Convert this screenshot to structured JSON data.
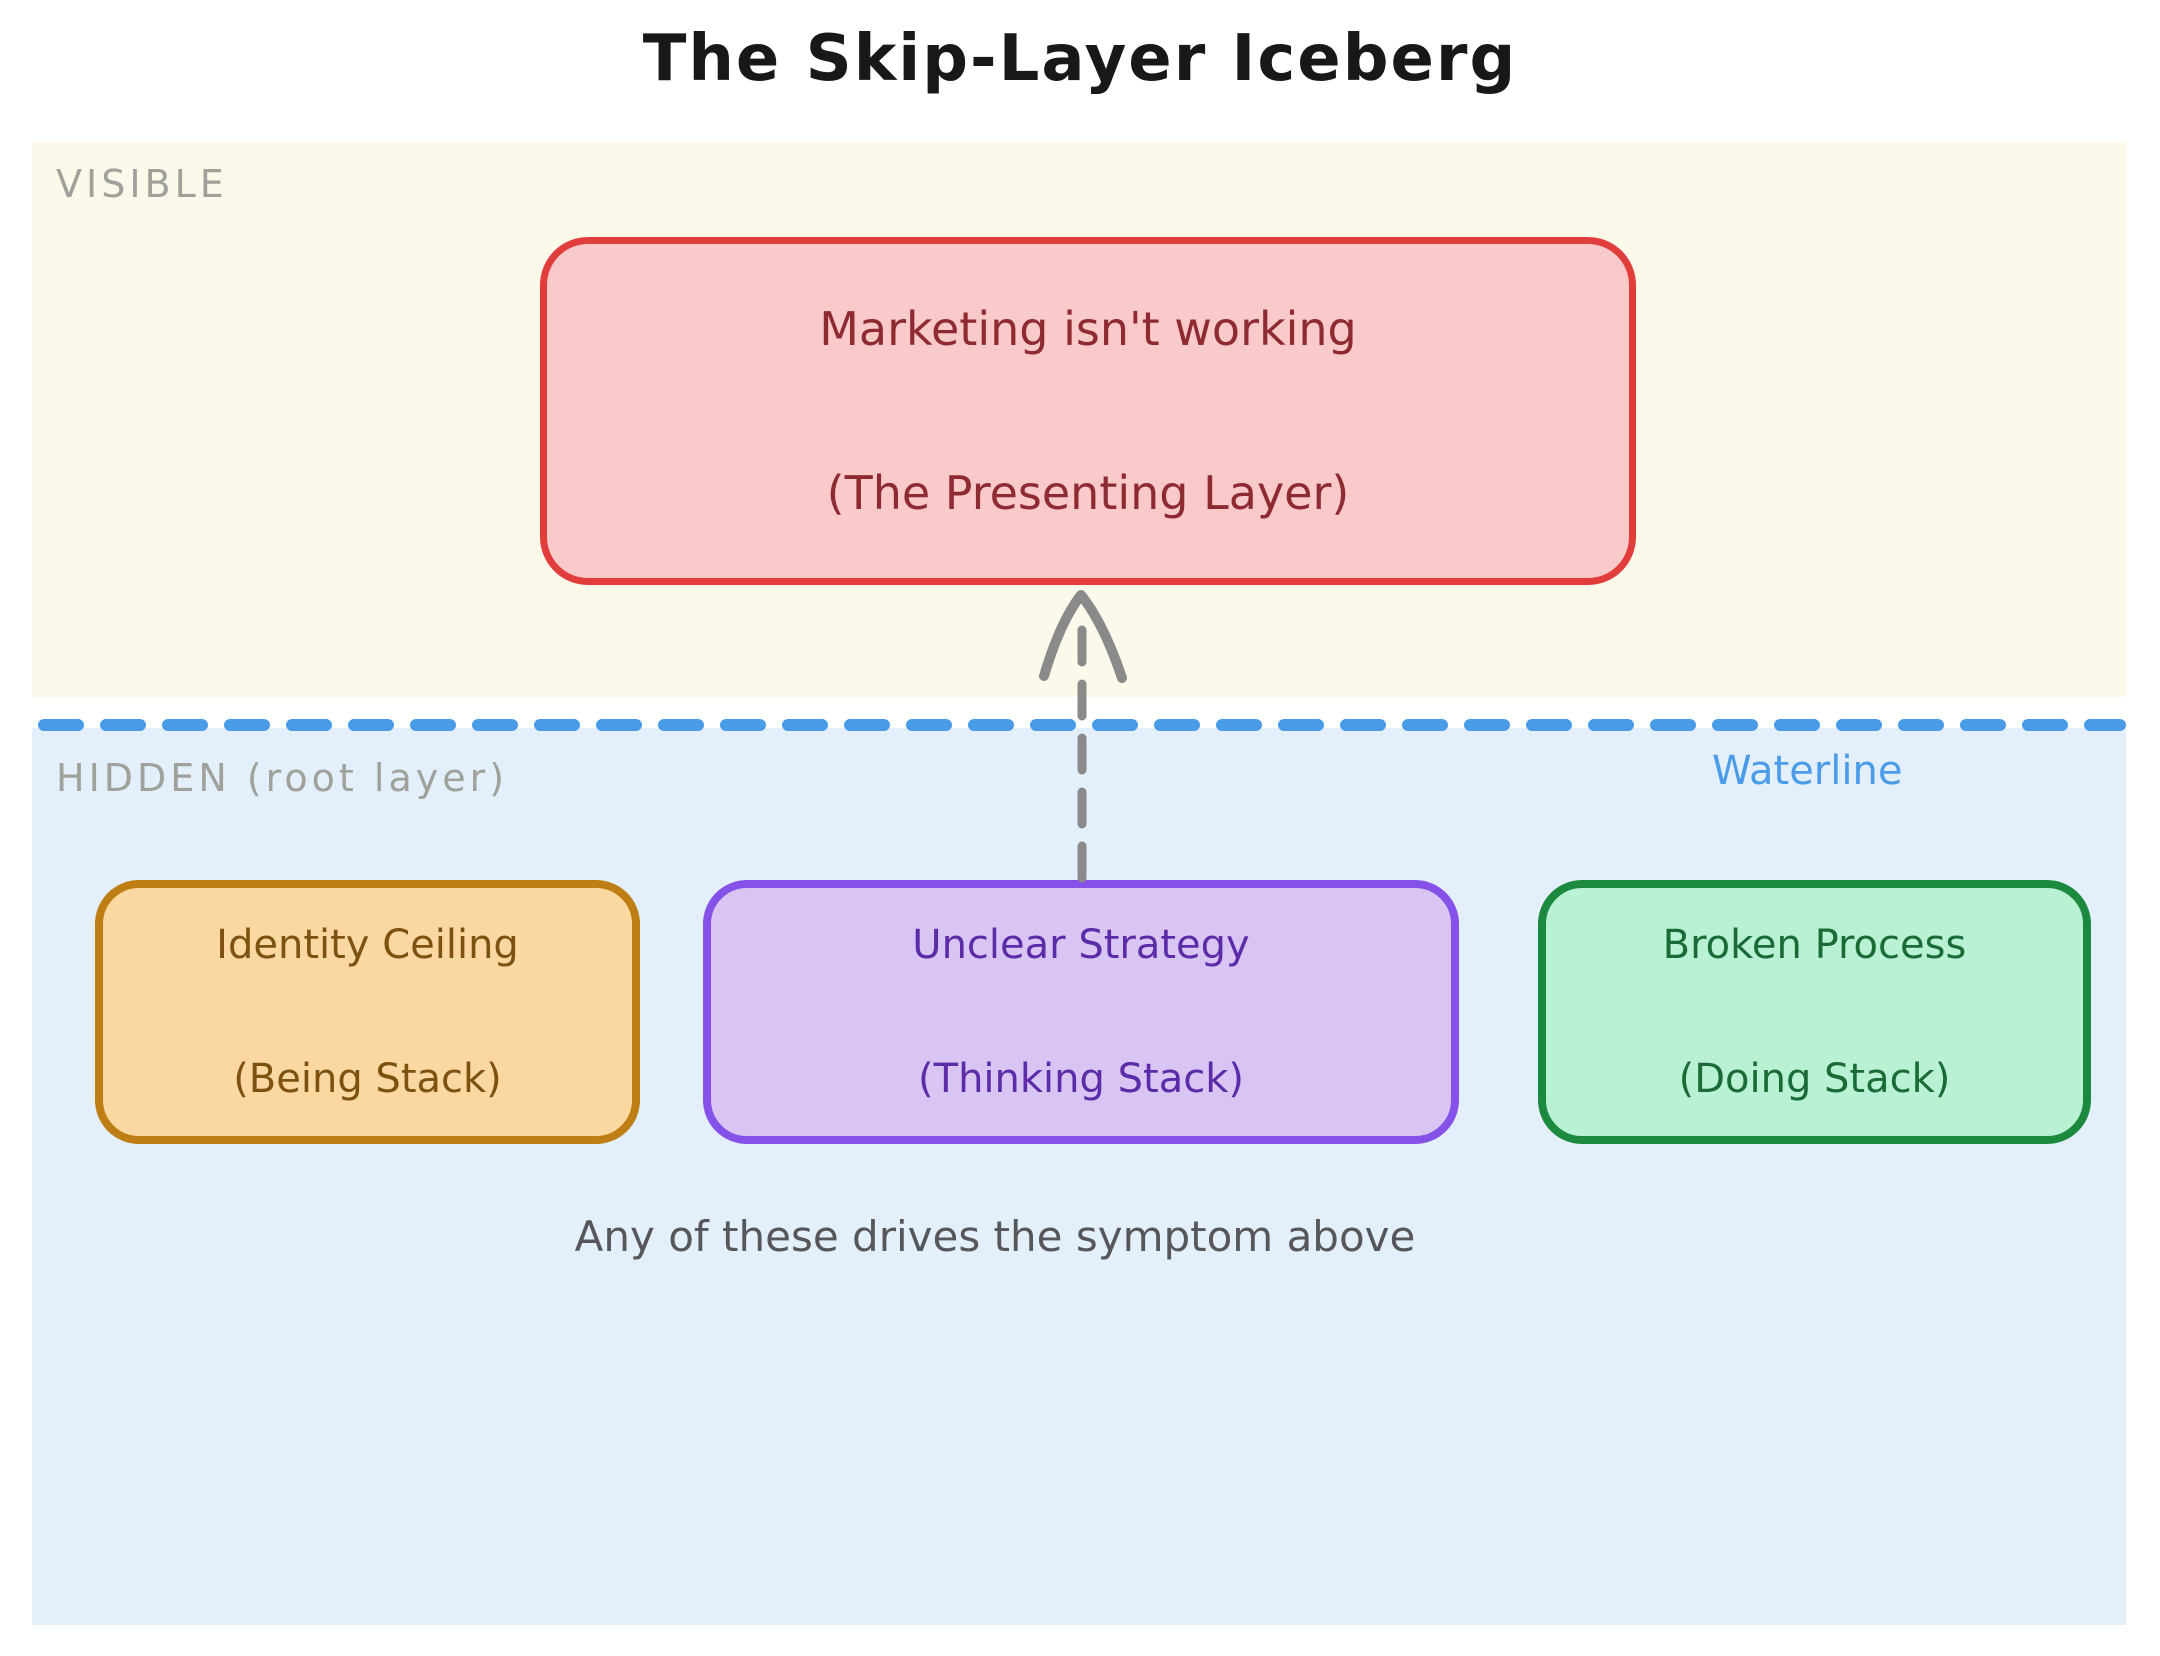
{
  "title": "The Skip-Layer Iceberg",
  "visible_region": {
    "label": "VISIBLE"
  },
  "symptom_box": {
    "line1": "Marketing isn't working",
    "line2": "(The Presenting Layer)"
  },
  "waterline": {
    "label": "Waterline"
  },
  "hidden_region": {
    "label": "HIDDEN (root layer)"
  },
  "causes": [
    {
      "line1": "Identity Ceiling",
      "line2": "(Being Stack)"
    },
    {
      "line1": "Unclear Strategy",
      "line2": "(Thinking Stack)"
    },
    {
      "line1": "Broken Process",
      "line2": "(Doing Stack)"
    }
  ],
  "caption": "Any of these drives the symptom above",
  "colors": {
    "visible_region_bg": "#fcf9ea",
    "hidden_region_bg": "#e3f0fc",
    "region_label_gray": "#a1a19b",
    "waterline_blue": "#4a9ce9",
    "symptom_fill": "#fac9ca",
    "symptom_border": "#e23d3d",
    "symptom_text": "#8e2a31",
    "identity_fill": "#fbd8a1",
    "identity_border": "#bf7e13",
    "identity_text": "#7d5110",
    "strategy_fill": "#d8c5f3",
    "strategy_border": "#8551e8",
    "strategy_text": "#5c2ba8",
    "process_fill": "#b9f1d4",
    "process_border": "#1b8a3e",
    "process_text": "#1a6b35",
    "arrow_gray": "#8a8a8a",
    "caption_gray": "#56565b",
    "title_color": "#181818"
  }
}
